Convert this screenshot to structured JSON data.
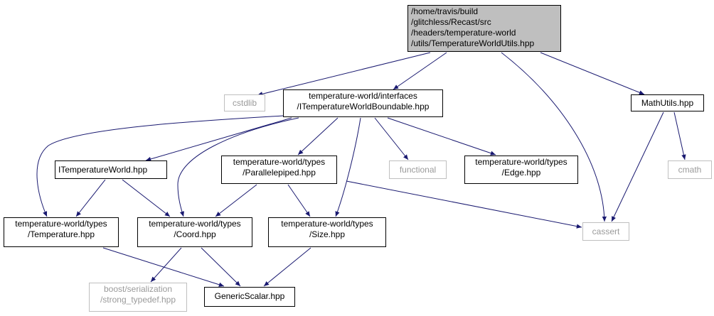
{
  "nodes": {
    "root": {
      "lines": [
        "/home/travis/build",
        "/glitchless/Recast/src",
        "/headers/temperature-world",
        "/utils/TemperatureWorldUtils.hpp"
      ]
    },
    "cstdlib": {
      "lines": [
        "cstdlib"
      ]
    },
    "itwb": {
      "lines": [
        "temperature-world/interfaces",
        "/ITemperatureWorldBoundable.hpp"
      ]
    },
    "cassert": {
      "lines": [
        "cassert"
      ]
    },
    "mathutils": {
      "lines": [
        "MathUtils.hpp"
      ]
    },
    "itw": {
      "lines": [
        "ITemperatureWorld.hpp"
      ]
    },
    "parallelepiped": {
      "lines": [
        "temperature-world/types",
        "/Parallelepiped.hpp"
      ]
    },
    "functional": {
      "lines": [
        "functional"
      ]
    },
    "edge": {
      "lines": [
        "temperature-world/types",
        "/Edge.hpp"
      ]
    },
    "cmath": {
      "lines": [
        "cmath"
      ]
    },
    "temperature": {
      "lines": [
        "temperature-world/types",
        "/Temperature.hpp"
      ]
    },
    "coord": {
      "lines": [
        "temperature-world/types",
        "/Coord.hpp"
      ]
    },
    "size": {
      "lines": [
        "temperature-world/types",
        "/Size.hpp"
      ]
    },
    "boost": {
      "lines": [
        "boost/serialization",
        "/strong_typedef.hpp"
      ]
    },
    "generic": {
      "lines": [
        "GenericScalar.hpp"
      ]
    }
  },
  "colors": {
    "edge": "#191970",
    "node_border": "#000000",
    "external_border": "#bfbfbf",
    "external_text": "#9a9a9a",
    "root_fill": "#bfbfbf"
  }
}
